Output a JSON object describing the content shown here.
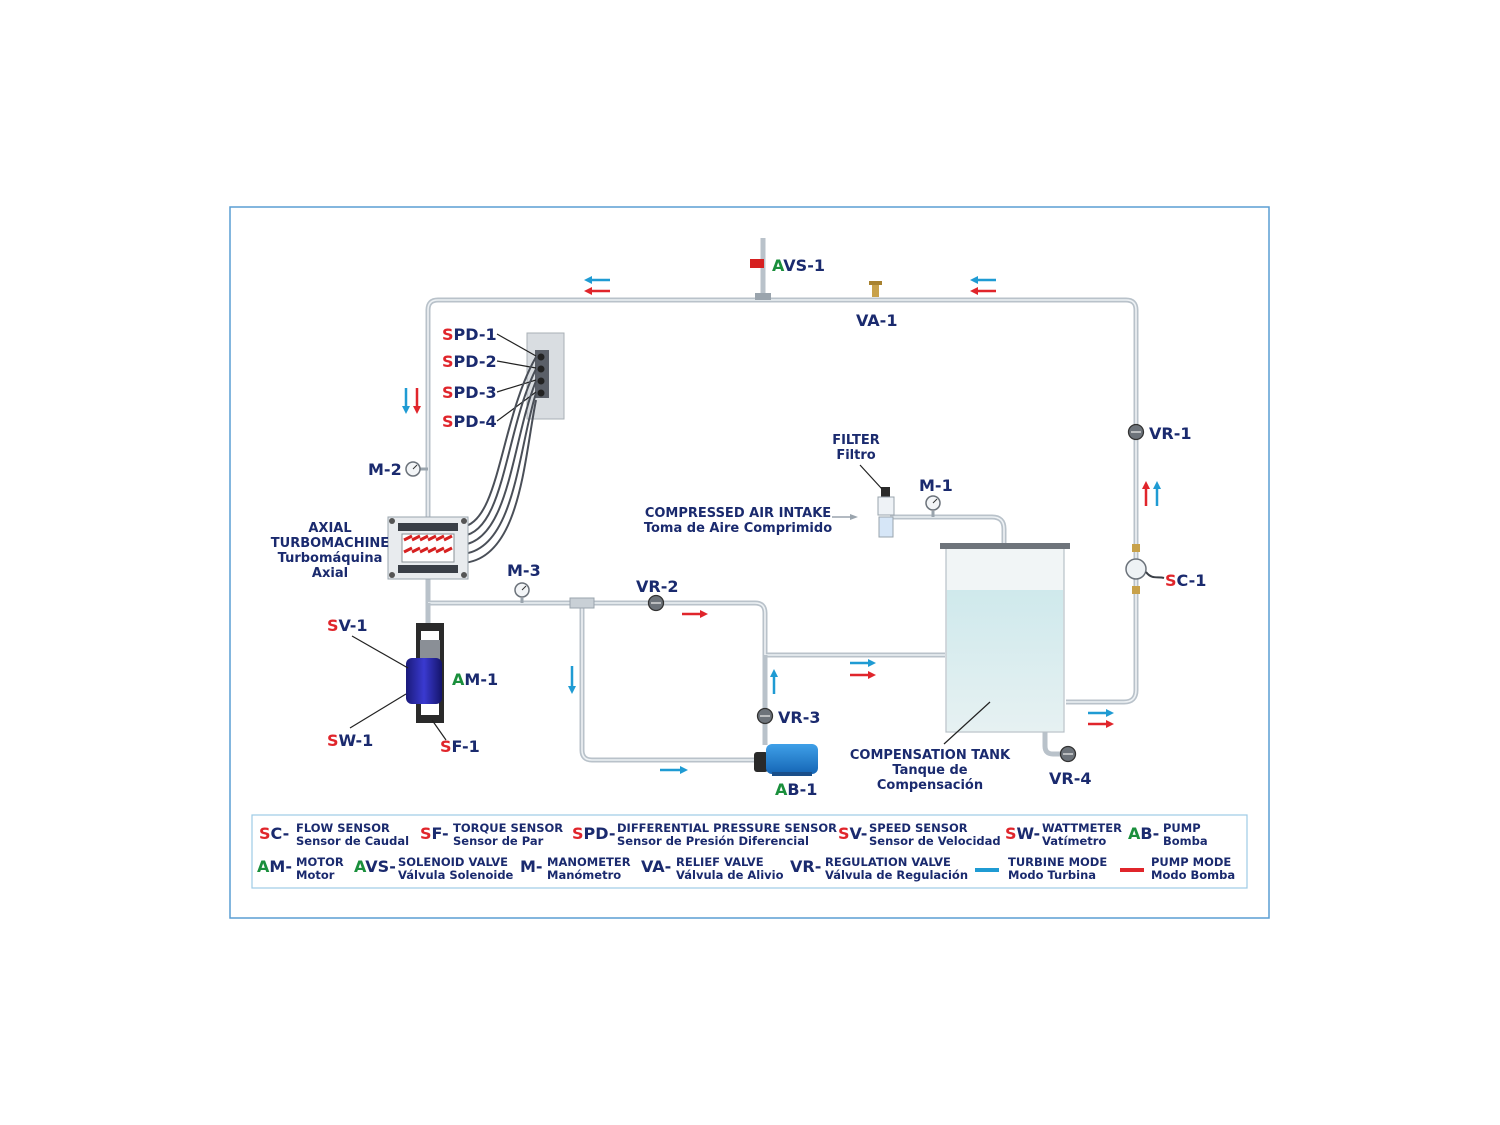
{
  "colors": {
    "turbine_mode": "#1f9bd3",
    "pump_mode": "#e0252b",
    "red_letter": "#e0252b",
    "green_letter": "#1a8f3c",
    "navy": "#1a2a6e",
    "frame": "#5a9ed3"
  },
  "components": {
    "avs1": {
      "prefix": "A",
      "rest": "VS-1"
    },
    "va1": "VA-1",
    "spd1": {
      "prefix": "S",
      "rest": "PD-1"
    },
    "spd2": {
      "prefix": "S",
      "rest": "PD-2"
    },
    "spd3": {
      "prefix": "S",
      "rest": "PD-3"
    },
    "spd4": {
      "prefix": "S",
      "rest": "PD-4"
    },
    "m2": "M-2",
    "m1": "M-1",
    "m3": "M-3",
    "vr1": "VR-1",
    "vr2": "VR-2",
    "vr3": "VR-3",
    "vr4": "VR-4",
    "sc1": {
      "prefix": "S",
      "rest": "C-1"
    },
    "sv1": {
      "prefix": "S",
      "rest": "V-1"
    },
    "sw1": {
      "prefix": "S",
      "rest": "W-1"
    },
    "sf1": {
      "prefix": "S",
      "rest": "F-1"
    },
    "am1": {
      "prefix": "A",
      "rest": "M-1"
    },
    "ab1": {
      "prefix": "A",
      "rest": "B-1"
    },
    "filter": {
      "en": "FILTER",
      "es": "Filtro"
    },
    "air_intake": {
      "en": "COMPRESSED AIR INTAKE",
      "es": "Toma de Aire Comprimido"
    },
    "turbomachine": {
      "l1": "AXIAL",
      "l2": "TURBOMACHINE",
      "l3": "Turbomáquina",
      "l4": "Axial"
    },
    "tank": {
      "l1": "COMPENSATION TANK",
      "l2": "Tanque de",
      "l3": "Compensación"
    }
  },
  "legend": [
    {
      "prefix": "S",
      "rest": "C-",
      "en": "FLOW SENSOR",
      "es": "Sensor de Caudal"
    },
    {
      "prefix": "S",
      "rest": "F-",
      "en": "TORQUE SENSOR",
      "es": "Sensor de Par"
    },
    {
      "prefix": "S",
      "rest": "PD-",
      "en": "DIFFERENTIAL PRESSURE SENSOR",
      "es": "Sensor de Presión Diferencial"
    },
    {
      "prefix": "S",
      "rest": "V-",
      "en": "SPEED SENSOR",
      "es": "Sensor de Velocidad"
    },
    {
      "prefix": "S",
      "rest": "W-",
      "en": "WATTMETER",
      "es": "Vatímetro"
    },
    {
      "prefix": "A",
      "rest": "B-",
      "en": "PUMP",
      "es": "Bomba"
    },
    {
      "prefix": "A",
      "rest": "M-",
      "en": "MOTOR",
      "es": "Motor"
    },
    {
      "prefix": "A",
      "rest": "VS-",
      "en": "SOLENOID VALVE",
      "es": "Válvula Solenoide"
    },
    {
      "prefix": "",
      "rest": "M-",
      "en": "MANOMETER",
      "es": "Manómetro"
    },
    {
      "prefix": "",
      "rest": "VA-",
      "en": "RELIEF VALVE",
      "es": "Válvula de Alivio"
    },
    {
      "prefix": "",
      "rest": "VR-",
      "en": "REGULATION VALVE",
      "es": "Válvula de Regulación"
    },
    {
      "swatch": "turbine",
      "en": "TURBINE MODE",
      "es": "Modo Turbina"
    },
    {
      "swatch": "pump",
      "en": "PUMP MODE",
      "es": "Modo Bomba"
    }
  ]
}
